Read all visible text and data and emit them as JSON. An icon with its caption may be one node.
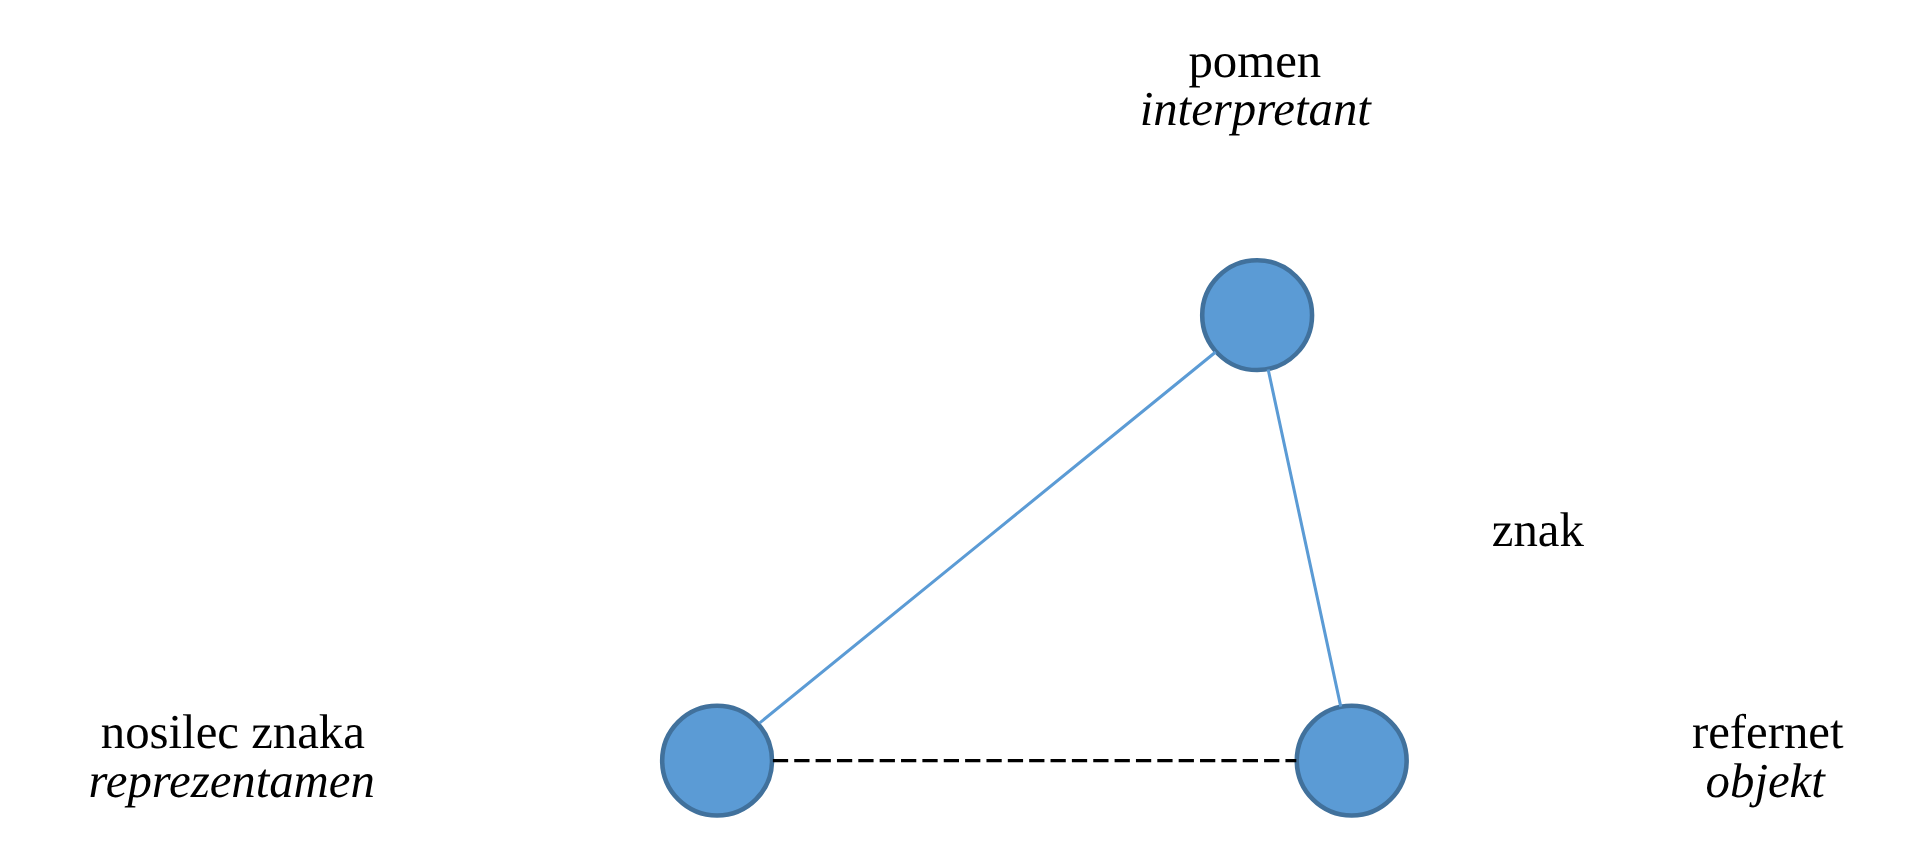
{
  "diagram": {
    "nodes": [
      {
        "text": [],
        "shape": "circle",
        "beside": [
          "pomen",
          "interpretant"
        ]
      },
      {
        "text": [],
        "shape": "circle",
        "beside": [
          "nosilec znaka",
          "reprezentamen"
        ]
      },
      {
        "text": [],
        "shape": "circle",
        "beside": [
          "refernet",
          "objekt"
        ]
      }
    ],
    "edges": [
      {
        "from": 0,
        "to": 1,
        "arrow": "none"
      },
      {
        "from": 0,
        "to": 2,
        "arrow": "none"
      },
      {
        "from": 1,
        "to": 2,
        "arrow": "none",
        "style": "dashed",
        "color": "#000000"
      }
    ],
    "labels": [
      "znak"
    ]
  }
}
